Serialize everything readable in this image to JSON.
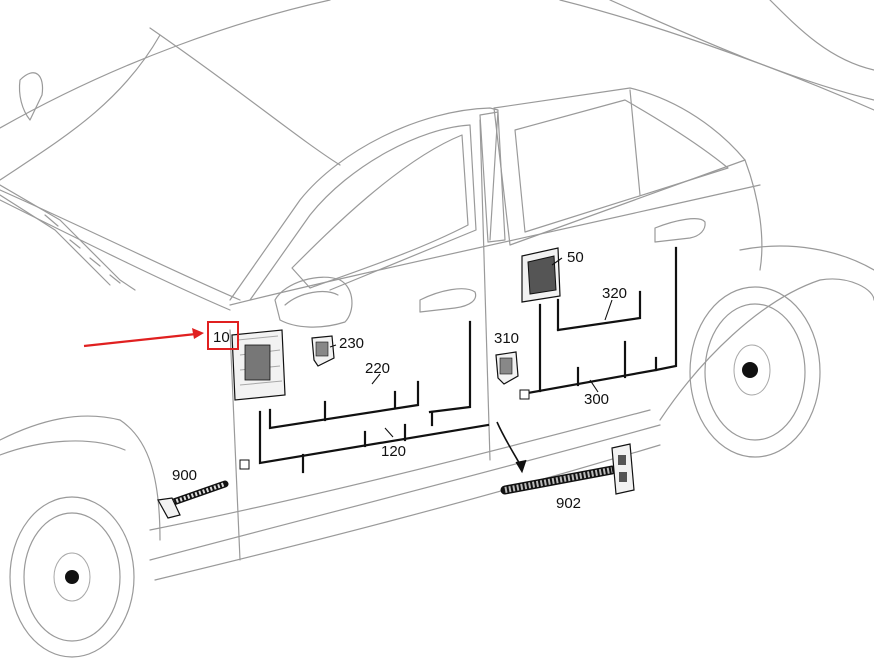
{
  "callouts": {
    "c10": "10",
    "c50": "50",
    "c120": "120",
    "c220": "220",
    "c230": "230",
    "c300": "300",
    "c310": "310",
    "c320": "320",
    "c900": "900",
    "c902": "902"
  },
  "highlight": {
    "callout": "10",
    "color": "#e02020"
  },
  "colors": {
    "line_art": "#9a9a9a",
    "harness": "#111111",
    "background": "#ffffff"
  }
}
